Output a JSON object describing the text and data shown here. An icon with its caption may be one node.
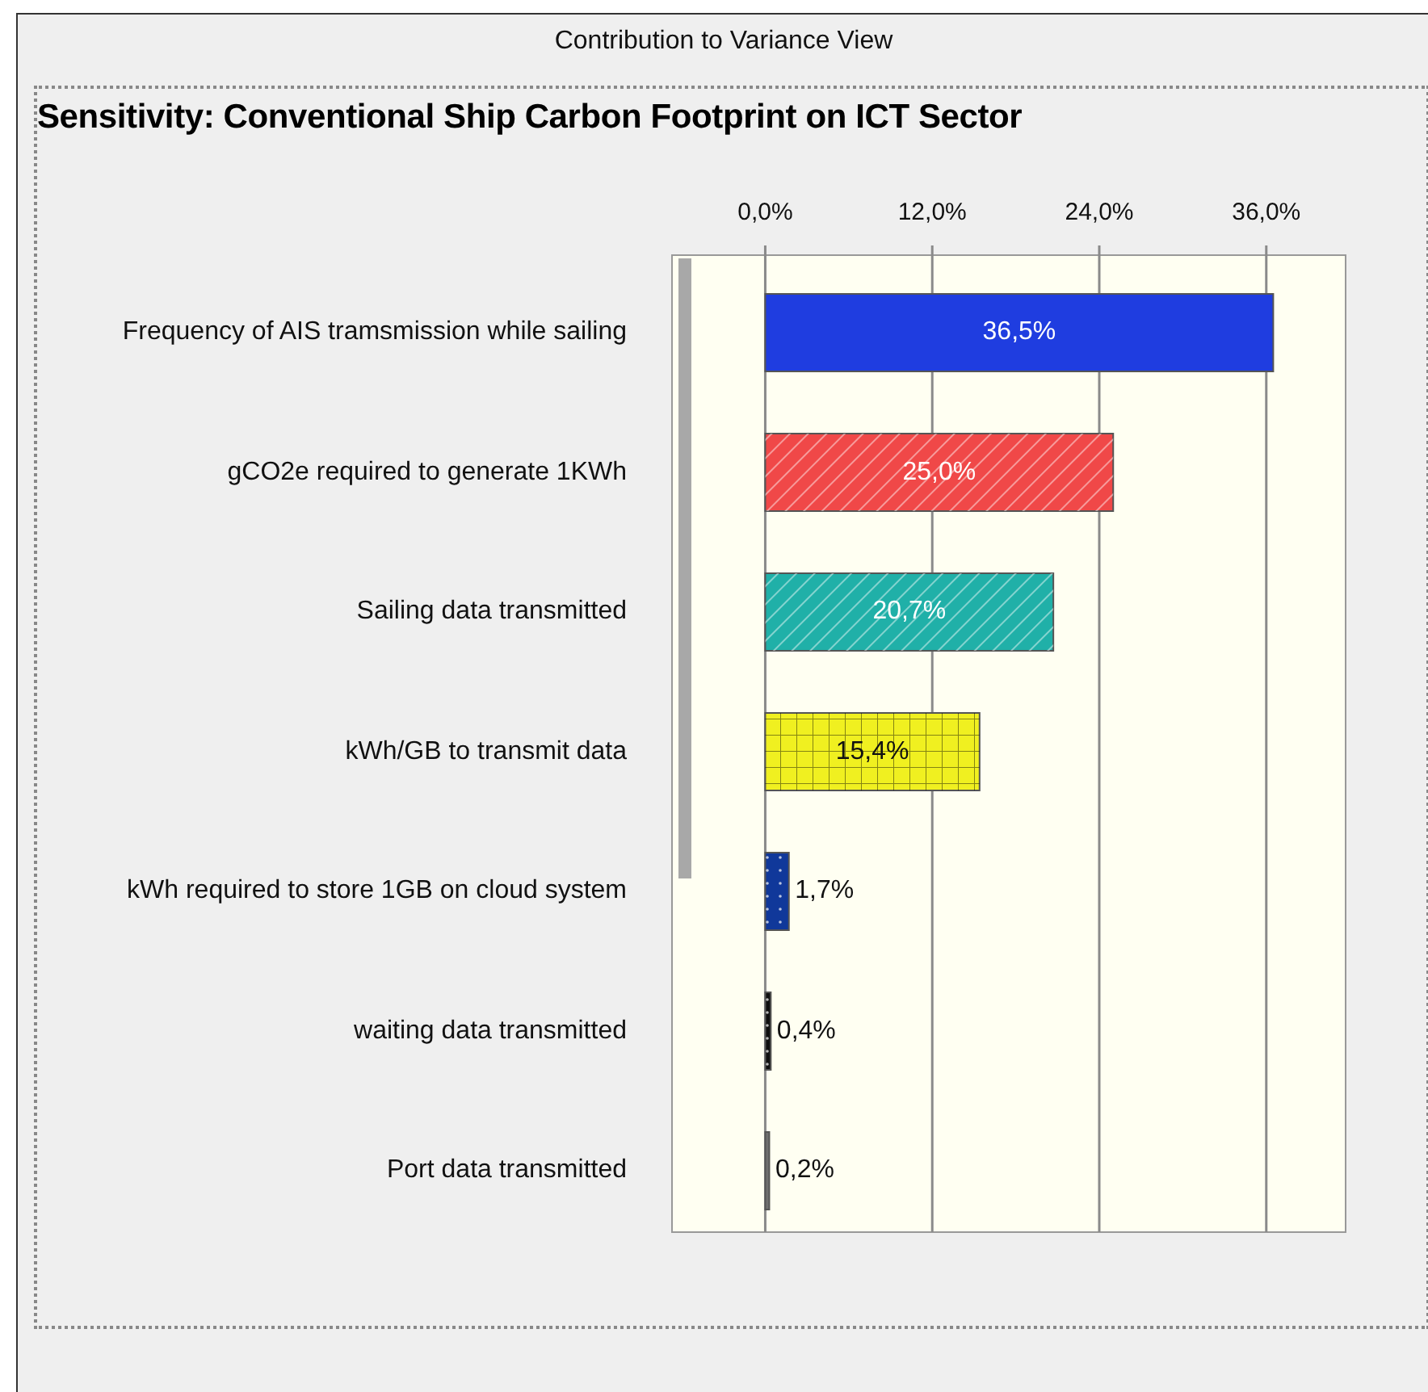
{
  "diagram": {
    "title": "Contribution to Variance View",
    "chart_data": {
      "type": "bar",
      "orientation": "horizontal",
      "stacked": true,
      "title": "Sensitivity: Conventional Ship Carbon Footprint on ICT Sector",
      "categories": [
        "Frequency of AIS tramsmission while sailing",
        "gCO2e required to generate 1KWh",
        "Sailing data transmitted",
        "kWh/GB to transmit data",
        "kWh required to store 1GB on cloud system",
        "waiting data transmitted",
        "Port data transmitted"
      ],
      "series": [
        {
          "color": "#1f3de0",
          "values": [
            36.5,
            null,
            null,
            null,
            null,
            null,
            null
          ]
        },
        {
          "color": "#f04848",
          "values": [
            null,
            25.0,
            null,
            null,
            null,
            null,
            null
          ]
        },
        {
          "color": "#20b0a8",
          "values": [
            null,
            null,
            20.7,
            null,
            null,
            null,
            null
          ]
        },
        {
          "color": "#f0f020",
          "values": [
            null,
            null,
            null,
            15.4,
            null,
            null,
            null
          ]
        },
        {
          "color": "#10389a",
          "values": [
            null,
            null,
            null,
            null,
            1.7,
            null,
            null
          ]
        },
        {
          "color": "#101010",
          "values": [
            null,
            null,
            null,
            null,
            null,
            0.4,
            null
          ]
        },
        {
          "color": "#707070",
          "values": [
            null,
            null,
            null,
            null,
            null,
            null,
            0.2
          ]
        }
      ],
      "xticks": [
        {
          "value": 0,
          "label": "0,0%"
        },
        {
          "value": 12,
          "label": "12,0%"
        },
        {
          "value": 24,
          "label": "24,0%"
        },
        {
          "value": 36,
          "label": "36,0%"
        }
      ],
      "xlim": [
        -6.7,
        41.7
      ],
      "grid": true,
      "value_labels": [
        "36,5%",
        "25,0%",
        "20,7%",
        "15,4%",
        "1,7%",
        "0,4%",
        "0,2%"
      ]
    }
  }
}
